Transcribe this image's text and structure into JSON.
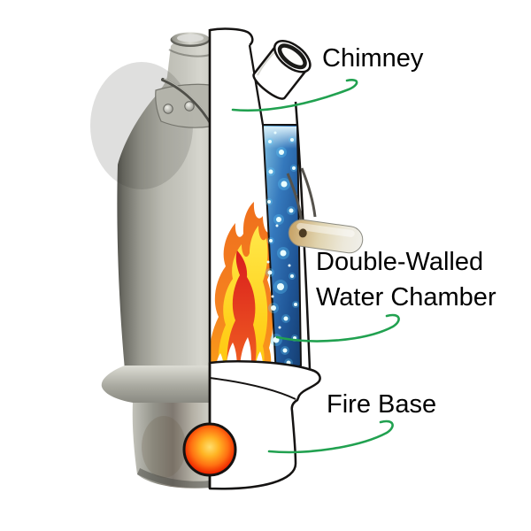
{
  "diagram": {
    "labels": {
      "chimney": "Chimney",
      "water_chamber_line1": "Double-Walled",
      "water_chamber_line2": "Water Chamber",
      "fire_base": "Fire Base"
    },
    "colors": {
      "background": "#ffffff",
      "label_text": "#000000",
      "arrow": "#21a150",
      "outline": "#151312",
      "water_top": "#8ec8e8",
      "water_deep": "#16417a",
      "bubble": "#d9fbff",
      "flame_outer": "#f58220",
      "flame_yellow": "#ffd21e",
      "flame_red": "#e02218",
      "glow_center": "#ffc83c",
      "glow_edge": "#e32300",
      "steel_light": "#d6d6ce",
      "steel_dark": "#60605a",
      "handle_wood": "#d2b184"
    }
  }
}
